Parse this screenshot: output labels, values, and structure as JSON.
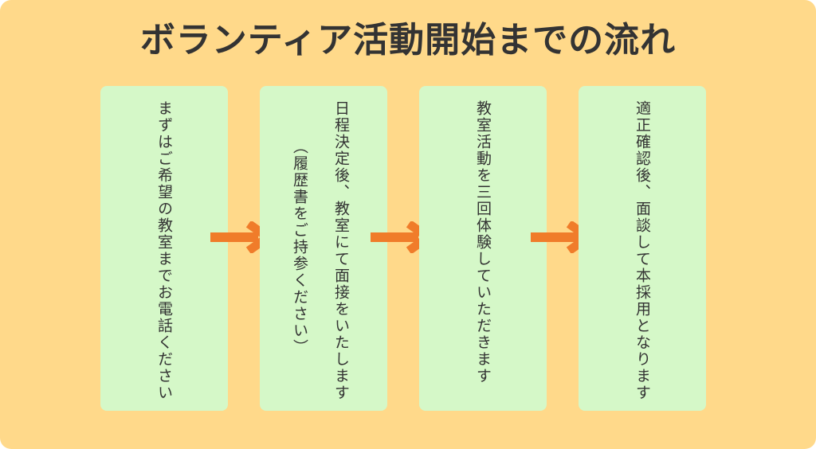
{
  "title": "ボランティア活動開始までの流れ",
  "colors": {
    "background": "#ffd98a",
    "box": "#d5f8c8",
    "arrow": "#f07c2a",
    "text": "#333333"
  },
  "steps": [
    {
      "lines": [
        "まずはご希望の教室までお電話ください"
      ]
    },
    {
      "lines": [
        "日程決定後、教室にて面接をいたします",
        "（履歴書をご持参ください）"
      ]
    },
    {
      "lines": [
        "教室活動を三回体験していただきます"
      ]
    },
    {
      "lines": [
        "適正確認後、面談して本採用となります"
      ]
    }
  ],
  "arrow_icon": "arrow-right-icon"
}
